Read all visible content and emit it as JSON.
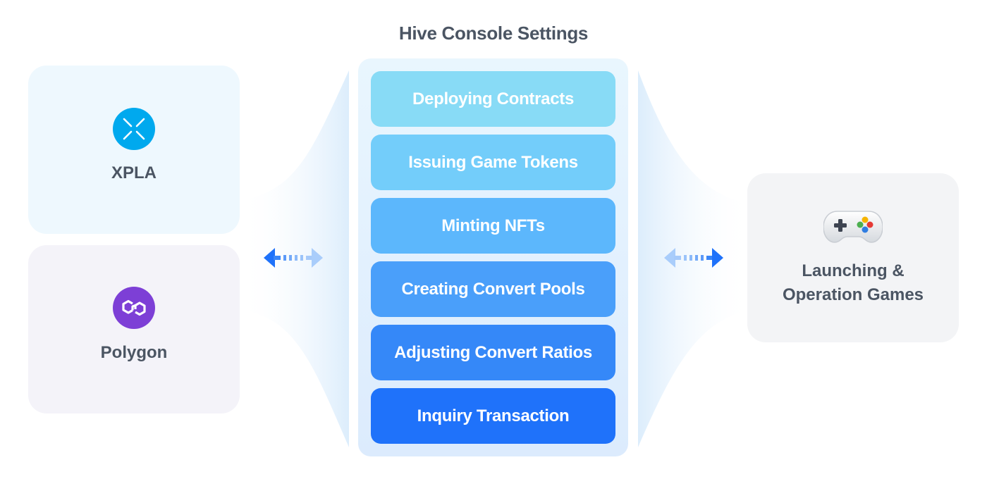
{
  "title": "Hive Console Settings",
  "steps": [
    {
      "label": "Deploying Contracts",
      "color": "#88dbf6"
    },
    {
      "label": "Issuing Game Tokens",
      "color": "#73cdfa"
    },
    {
      "label": "Minting NFTs",
      "color": "#5cb7fc"
    },
    {
      "label": "Creating Convert Pools",
      "color": "#4a9ffa"
    },
    {
      "label": "Adjusting Convert Ratios",
      "color": "#3588f8"
    },
    {
      "label": "Inquiry Transaction",
      "color": "#1f72fa"
    }
  ],
  "chains": [
    {
      "name": "XPLA",
      "icon": "xpla-logo-icon",
      "color": "#00a9ee"
    },
    {
      "name": "Polygon",
      "icon": "polygon-logo-icon",
      "color": "#7d3fd6"
    }
  ],
  "game": {
    "line1": "Launching &",
    "line2": "Operation Games",
    "icon": "gamepad-icon"
  },
  "colors": {
    "accent": "#1f72fa",
    "text": "#4b5563",
    "glow": "#e3f1fd"
  },
  "arrows": [
    "bidirectional-arrow-icon",
    "bidirectional-arrow-icon"
  ]
}
